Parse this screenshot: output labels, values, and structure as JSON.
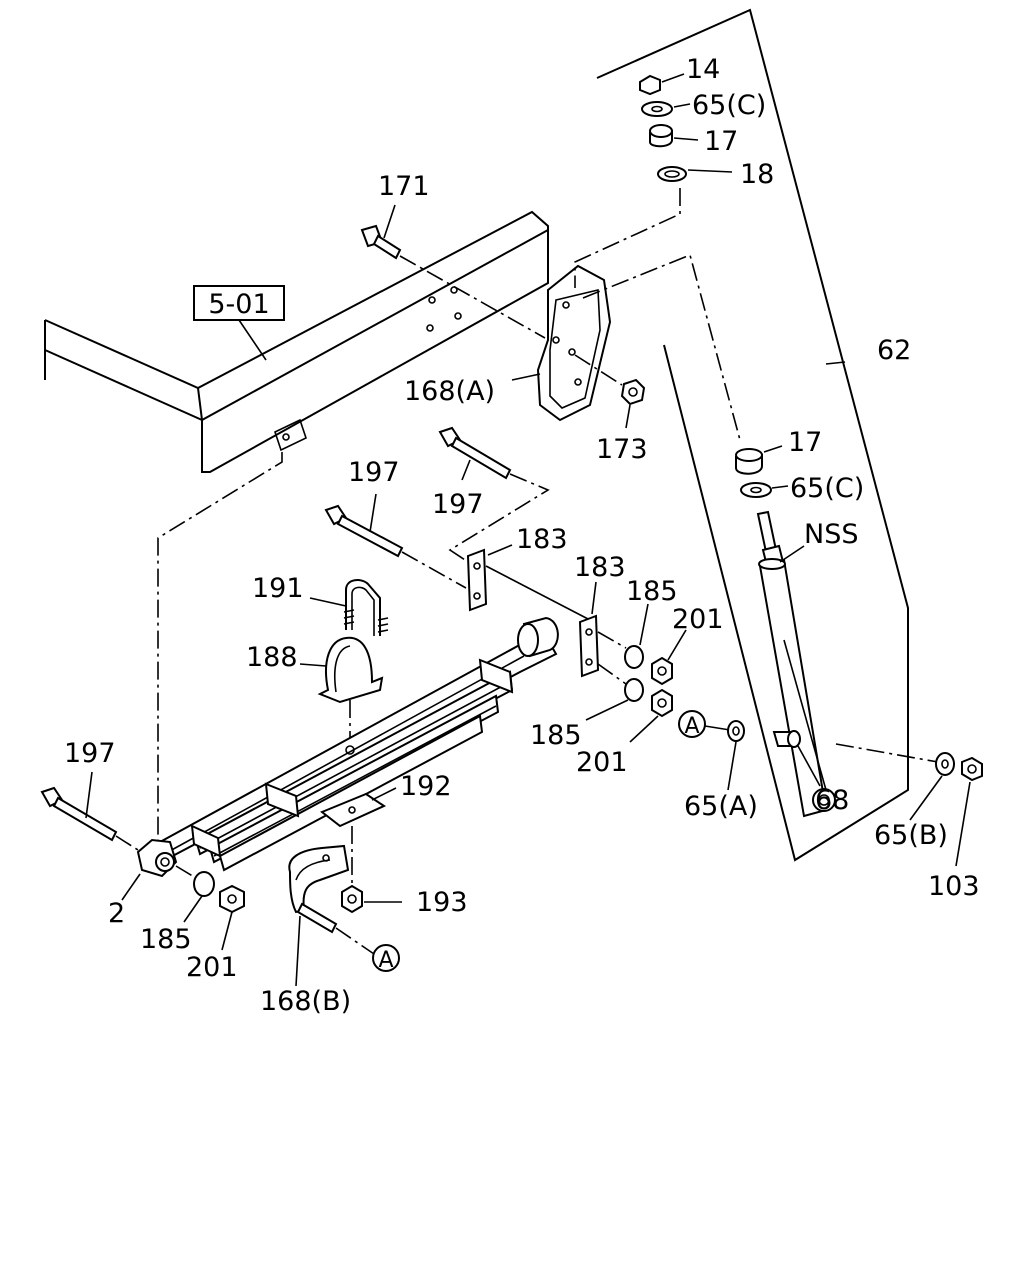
{
  "diagram": {
    "ref_box": "5-01",
    "callouts": {
      "p14": "14",
      "p65c_top": "65(C)",
      "p17_top": "17",
      "p18": "18",
      "p171": "171",
      "p62": "62",
      "p168a": "168(A)",
      "p173": "173",
      "p17_mid": "17",
      "p65c_mid": "65(C)",
      "p197_a": "197",
      "p197_b": "197",
      "p183_a": "183",
      "p183_b": "183",
      "pnss": "NSS",
      "p185_a": "185",
      "p201_a": "201",
      "p191": "191",
      "p188": "188",
      "p185_b": "185",
      "p201_b": "201",
      "p65a": "65(A)",
      "p68": "68",
      "p65b": "65(B)",
      "p103": "103",
      "p197_c": "197",
      "p192": "192",
      "p2": "2",
      "p185_c": "185",
      "p201_c": "201",
      "p193": "193",
      "p168b": "168(B)"
    },
    "circle_markers": [
      "A",
      "A"
    ]
  }
}
